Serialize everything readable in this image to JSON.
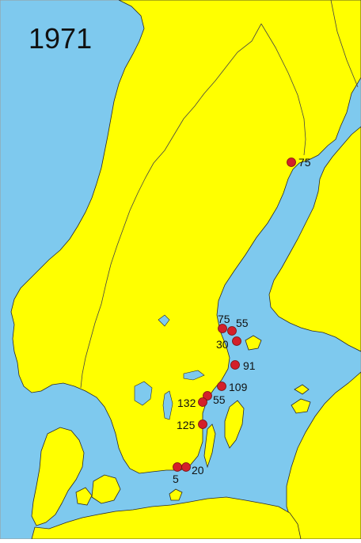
{
  "map": {
    "year": "1971",
    "colors": {
      "sea": "#7EC9EE",
      "land": "#FFFF00",
      "coast": "#2a2a2a",
      "border": "#444444",
      "marker": "#D3202A",
      "frame": "#9a9a9a"
    },
    "sites": [
      {
        "value": "75"
      },
      {
        "value": "75"
      },
      {
        "value": "55"
      },
      {
        "value": "30"
      },
      {
        "value": "91"
      },
      {
        "value": "109"
      },
      {
        "value": "55"
      },
      {
        "value": "132"
      },
      {
        "value": "125"
      },
      {
        "value": "5"
      },
      {
        "value": "20"
      }
    ]
  }
}
